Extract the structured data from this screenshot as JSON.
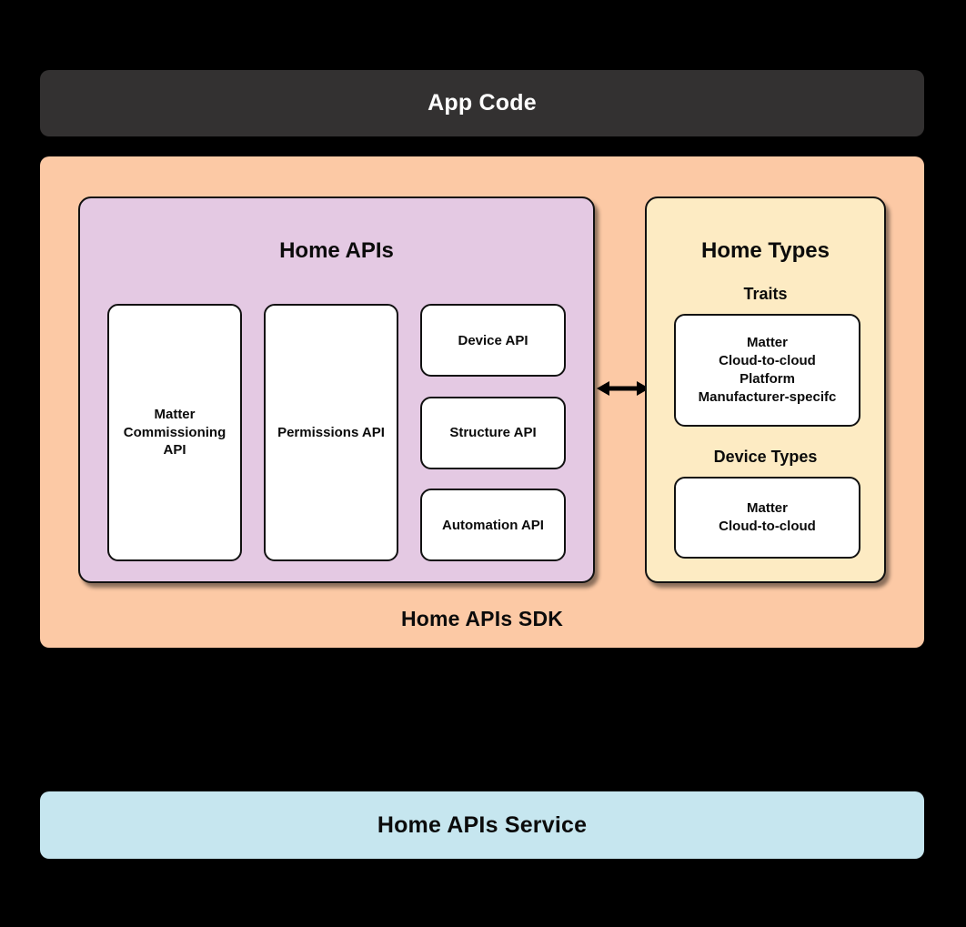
{
  "diagram": {
    "background_color": "#000000",
    "title_hidden": true
  },
  "app_code": {
    "label": "App Code",
    "background_color": "#333131",
    "text_color": "#FFFFFF"
  },
  "sdk": {
    "footer_label": "Home APIs SDK",
    "background_color": "#FCC9A5"
  },
  "home_apis": {
    "title": "Home APIs",
    "background_color": "#E4C9E3",
    "tall_boxes": [
      {
        "label": "Matter\nCommissioning\nAPI"
      },
      {
        "label": "Permissions API"
      }
    ],
    "stacked_boxes": [
      {
        "label": "Device API"
      },
      {
        "label": "Structure API"
      },
      {
        "label": "Automation API"
      }
    ]
  },
  "connector": {
    "icon": "double-headed-arrow",
    "color": "#000000"
  },
  "home_types": {
    "title": "Home Types",
    "background_color": "#FDEBC3",
    "sections": [
      {
        "heading": "Traits",
        "items": "Matter\nCloud-to-cloud\nPlatform\nManufacturer-specifc"
      },
      {
        "heading": "Device Types",
        "items": "Matter\nCloud-to-cloud"
      }
    ]
  },
  "service": {
    "label": "Home APIs Service",
    "background_color": "#C6E6EF",
    "text_color": "#0B0B0B"
  }
}
